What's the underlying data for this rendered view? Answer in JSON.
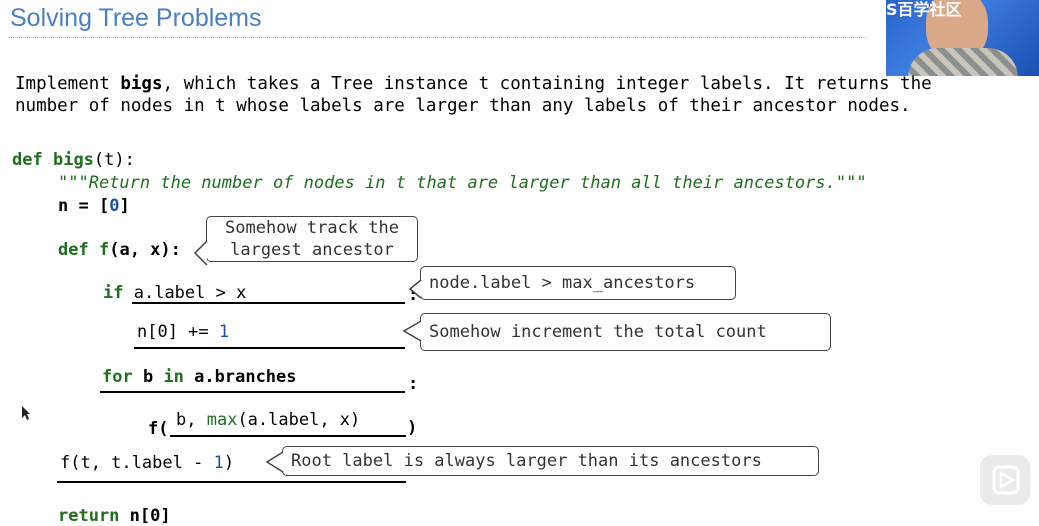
{
  "slide": {
    "title": "Solving Tree Problems",
    "description_line1_pre": "Implement ",
    "description_line1_func": "bigs",
    "description_line1_post": ", which takes a Tree instance t containing integer labels. It returns the",
    "description_line2": "number of nodes in t whose labels are larger than any labels of their ancestor nodes."
  },
  "code": {
    "def_kw": "def",
    "func_name": "bigs",
    "func_params": "(t):",
    "docstring_quote_open": "\"\"\"",
    "docstring_text": "Return the number of nodes in t that are larger than all their ancestors.",
    "docstring_quote_close": "\"\"\"",
    "n_assign_pre": "n = [",
    "n_assign_num": "0",
    "n_assign_post": "]",
    "inner_def_kw": "def",
    "inner_func_name": "f",
    "inner_params": "(a, x):",
    "if_kw": "if",
    "if_blank": "a.label > x",
    "if_colon": ":",
    "incr_pre": "n[0] += ",
    "incr_num": "1",
    "for_kw": "for",
    "for_var": " b ",
    "in_kw": "in",
    "for_iter": " a.branches",
    "for_colon": ":",
    "call_f": "f(",
    "call_args_pre": "b, ",
    "call_args_max": "max",
    "call_args_post": "(a.label, x)",
    "call_close": ")",
    "top_call_pre": "f(t, t.label ",
    "top_call_minus": "-",
    "top_call_space": " ",
    "top_call_num": "1",
    "top_call_close": ")",
    "return_kw": "return",
    "return_val": " n[0]"
  },
  "callouts": {
    "track_line1": "Somehow track the",
    "track_line2": "largest ancestor",
    "compare": "node.label > max_ancestors",
    "increment": "Somehow increment the total count",
    "root": "Root label is always larger than its ancestors"
  },
  "overlay": {
    "watermark": "S百学社区",
    "video_label": "presenter video",
    "play_icon": "play-icon",
    "cursor_icon": "mouse-pointer-icon"
  },
  "colors": {
    "title": "#4a7fc1",
    "keyword": "#1f6f1f",
    "number": "#1f4fa8",
    "callout_border": "#444444"
  }
}
